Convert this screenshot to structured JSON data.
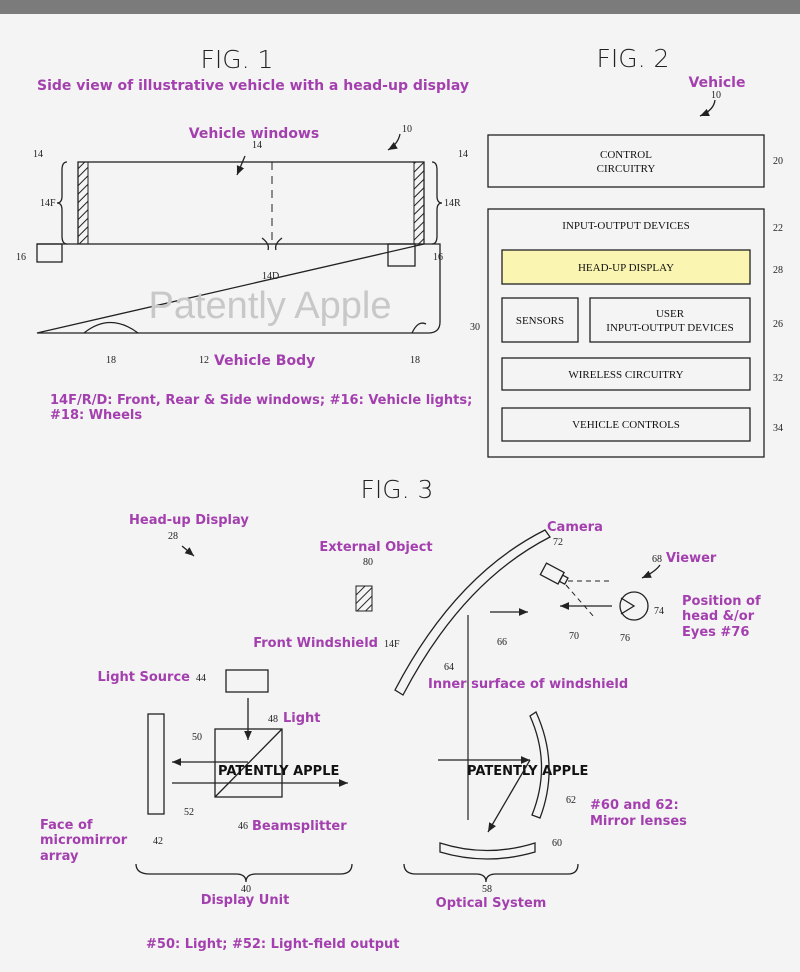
{
  "fig1": {
    "title": "FIG. 1",
    "subtitle": "Side view of illustrative vehicle with a head-up display",
    "windows_label": "Vehicle windows",
    "body_label": "Vehicle Body",
    "refs": {
      "r10": "10",
      "r14a": "14",
      "r14b": "14",
      "r14c": "14",
      "r14f": "14F",
      "r14r": "14R",
      "r14d": "14D",
      "r16a": "16",
      "r16b": "16",
      "r18a": "18",
      "r18b": "18",
      "r12": "12"
    },
    "note1": "14F/R/D: Front, Rear & Side windows; #16: Vehicle lights;",
    "note2": "#18: Wheels"
  },
  "fig2": {
    "title": "FIG. 2",
    "vehicle_label": "Vehicle",
    "r10": "10",
    "control_line1": "CONTROL",
    "control_line2": "CIRCUITRY",
    "r20": "20",
    "io_title": "INPUT-OUTPUT DEVICES",
    "r22": "22",
    "hud": "HEAD-UP DISPLAY",
    "r28": "28",
    "hud_color": "#faf5b0",
    "sensors": "SENSORS",
    "r30": "30",
    "user_io_line1": "USER",
    "user_io_line2": "INPUT-OUTPUT DEVICES",
    "r26": "26",
    "wireless": "WIRELESS CIRCUITRY",
    "r32": "32",
    "controls": "VEHICLE CONTROLS",
    "r34": "34"
  },
  "watermark": "Patently Apple",
  "fig3": {
    "title": "FIG. 3",
    "hud_label": "Head-up Display",
    "r28": "28",
    "external_object": "External Object",
    "r80": "80",
    "camera": "Camera",
    "r72": "72",
    "viewer": "Viewer",
    "r68": "68",
    "position_line1": "Position of",
    "position_line2": "head &/or",
    "position_line3": "Eyes #76",
    "r74": "74",
    "r76": "76",
    "r70": "70",
    "r66": "66",
    "front_windshield": "Front Windshield",
    "r14f": "14F",
    "r64": "64",
    "inner_surface": "Inner surface of windshield",
    "light_source": "Light Source",
    "r44": "44",
    "light": "Light",
    "r48": "48",
    "r50": "50",
    "r52": "52",
    "wm_left": "PATENTLY APPLE",
    "wm_right": "PATENTLY APPLE",
    "beamsplitter": "Beamsplitter",
    "r46": "46",
    "face_line1": "Face of",
    "face_line2": "micromirror",
    "face_line3": "array",
    "r42": "42",
    "r40": "40",
    "display_unit": "Display Unit",
    "r58": "58",
    "optical_system": "Optical System",
    "r60": "60",
    "r62": "62",
    "mirror_line1": "#60 and 62:",
    "mirror_line2": "Mirror lenses",
    "footnote": "#50: Light; #52: Light-field output"
  }
}
